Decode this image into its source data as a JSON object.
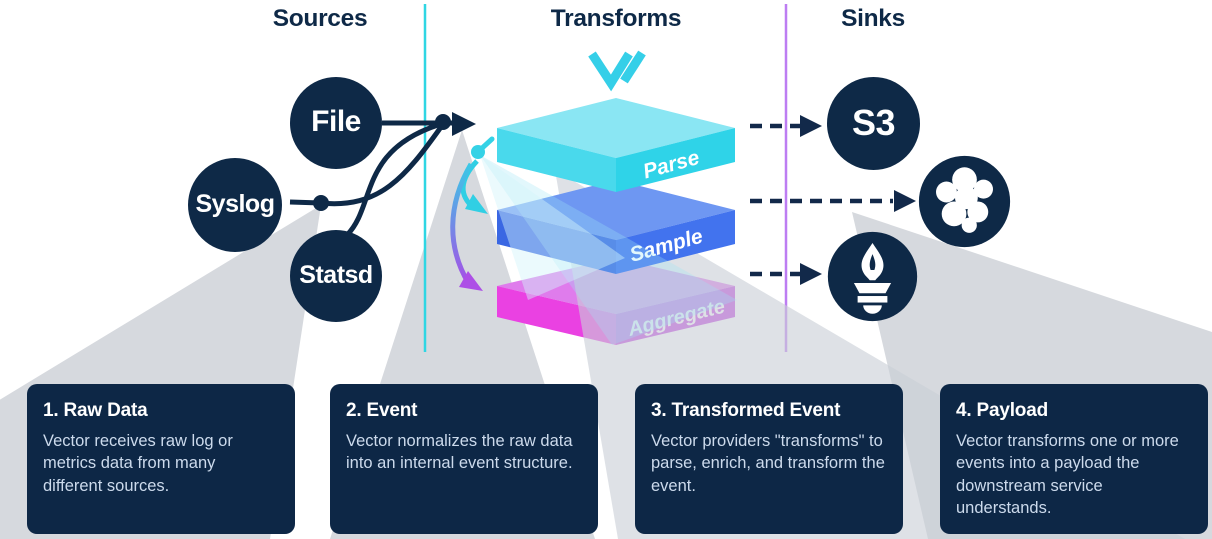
{
  "headers": {
    "sources": "Sources",
    "transforms": "Transforms",
    "sinks": "Sinks"
  },
  "sources": {
    "file": "File",
    "syslog": "Syslog",
    "statsd": "Statsd"
  },
  "transform_layers": {
    "parse": "Parse",
    "sample": "Sample",
    "aggregate": "Aggregate"
  },
  "sinks": {
    "s3": "S3",
    "elasticsearch": "elasticsearch-logo",
    "prometheus": "prometheus-logo"
  },
  "logo": {
    "name": "vector-logo"
  },
  "cards": [
    {
      "title": "1. Raw Data",
      "body": "Vector receives raw log or metrics data from many different sources."
    },
    {
      "title": "2. Event",
      "body": "Vector normalizes the raw data into an internal event structure."
    },
    {
      "title": "3. Transformed Event",
      "body": "Vector providers \"transforms\" to parse, enrich, and transform the event."
    },
    {
      "title": "4. Payload",
      "body": "Vector transforms one or more events into a payload the downstream service understands."
    }
  ],
  "colors": {
    "navy": "#0e2947",
    "cyan_rule": "#2fd6e3",
    "purple_rule": "#bd7df2",
    "parse_cyan": "#2fd3e8",
    "sample_blue": "#4273ee",
    "aggregate_magenta": "#d43fe2",
    "beam_gray": "#d6d9de"
  }
}
